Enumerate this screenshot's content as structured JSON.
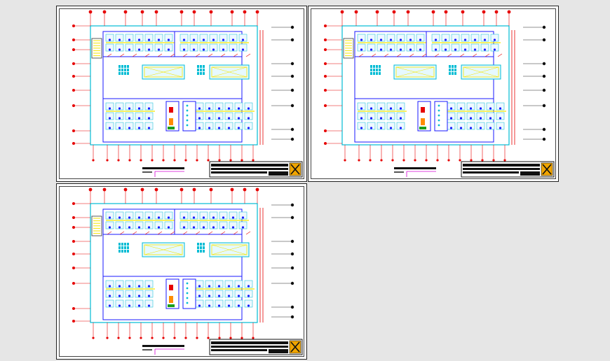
{
  "drawing": {
    "sheets": [
      {
        "id": "sheet-1"
      },
      {
        "id": "sheet-2"
      },
      {
        "id": "sheet-3"
      }
    ]
  },
  "colors": {
    "background": "#e6e6e6",
    "sheet": "#ffffff",
    "wall": "#1a1aff",
    "grid": "#e60000",
    "furniture": "#00bcd4",
    "accent_yellow": "#f5e600",
    "accent_magenta": "#d400d4",
    "accent_orange": "#ff8c00",
    "accent_green": "#1a9e1a",
    "title_block": "#111111",
    "logo": "#f0a500"
  },
  "icons": {
    "logo": "company-logo-icon",
    "stair": "stair-icon"
  }
}
